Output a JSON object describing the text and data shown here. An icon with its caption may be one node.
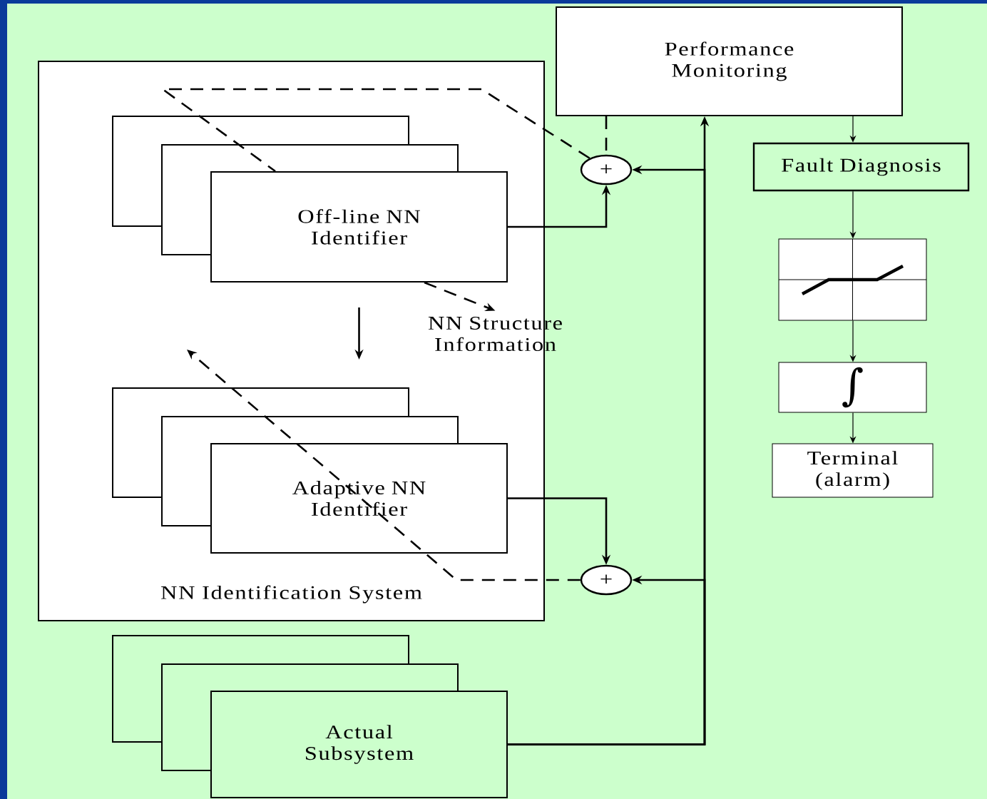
{
  "diagram": {
    "nodes": [
      {
        "text": [
          "NN Identification System"
        ]
      },
      {
        "text": [
          "Off-line NN Identifier"
        ],
        "in": 0
      },
      {
        "text": [
          "Adaptive NN Identifier"
        ],
        "in": 0
      },
      {
        "text": [
          "Performance Monitoring"
        ]
      },
      {
        "text": [
          "+"
        ]
      },
      {
        "text": [
          "+"
        ]
      },
      {
        "text": [
          "Fault Diagnosis"
        ]
      },
      {
        "text": [],
        "shape": "box"
      },
      {
        "text": [
          "∫"
        ]
      },
      {
        "text": [
          "Terminal (alarm)"
        ]
      },
      {
        "text": [
          "Actual Subsystem"
        ]
      },
      {
        "text": [
          "NN Structure Information"
        ]
      }
    ],
    "edges": [
      {
        "from": 1,
        "to": 2,
        "arrow": "to"
      },
      {
        "from": 1,
        "to": 4,
        "arrow": "to"
      },
      {
        "from": 2,
        "to": 5,
        "arrow": "to"
      },
      {
        "from": 10,
        "to": 3,
        "arrow": "to"
      },
      {
        "from": 10,
        "to": 4,
        "arrow": "to"
      },
      {
        "from": 10,
        "to": 5,
        "arrow": "to"
      },
      {
        "from": 3,
        "to": 4,
        "arrow": "none",
        "style": "dashed"
      },
      {
        "from": 4,
        "to": 1,
        "arrow": "none",
        "style": "dashed"
      },
      {
        "from": 5,
        "to": null,
        "arrow": "to",
        "style": "dashed"
      },
      {
        "from": 3,
        "to": 6,
        "arrow": "to"
      },
      {
        "from": 6,
        "to": 7,
        "arrow": "to"
      },
      {
        "from": 7,
        "to": 8,
        "arrow": "to"
      },
      {
        "from": 8,
        "to": 9,
        "arrow": "to"
      },
      {
        "from": 1,
        "to": 11,
        "arrow": "to",
        "style": "dashed"
      }
    ]
  }
}
